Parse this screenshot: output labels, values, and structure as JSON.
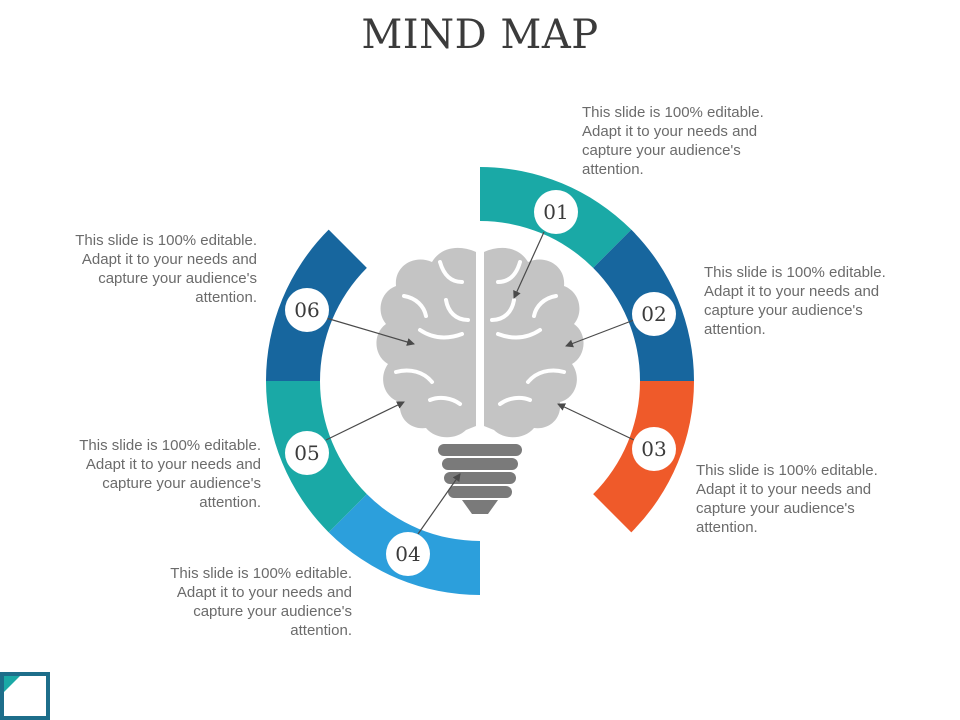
{
  "title": "MIND MAP",
  "colors": {
    "teal": "#1aa9a6",
    "dark_blue": "#17669e",
    "orange": "#ef5a2a",
    "light_blue": "#2c9fdc",
    "brain_gray": "#c4c4c4",
    "bulb_gray": "#7a7a7a"
  },
  "icons": {
    "center": "brain-lightbulb-icon",
    "corner": "frame-corner-icon"
  },
  "items": [
    {
      "number": "01",
      "text": "This slide is 100% editable. Adapt it to your needs and capture your audience's attention."
    },
    {
      "number": "02",
      "text": "This slide is 100% editable. Adapt it to your needs and capture your audience's attention."
    },
    {
      "number": "03",
      "text": "This slide is 100% editable. Adapt it to your needs and capture your audience's attention."
    },
    {
      "number": "04",
      "text": "This slide is 100% editable. Adapt it to your needs and capture your audience's attention."
    },
    {
      "number": "05",
      "text": "This slide is 100% editable. Adapt it to your needs and capture your audience's attention."
    },
    {
      "number": "06",
      "text": "This slide is 100% editable. Adapt it to your needs and capture your audience's attention."
    }
  ]
}
